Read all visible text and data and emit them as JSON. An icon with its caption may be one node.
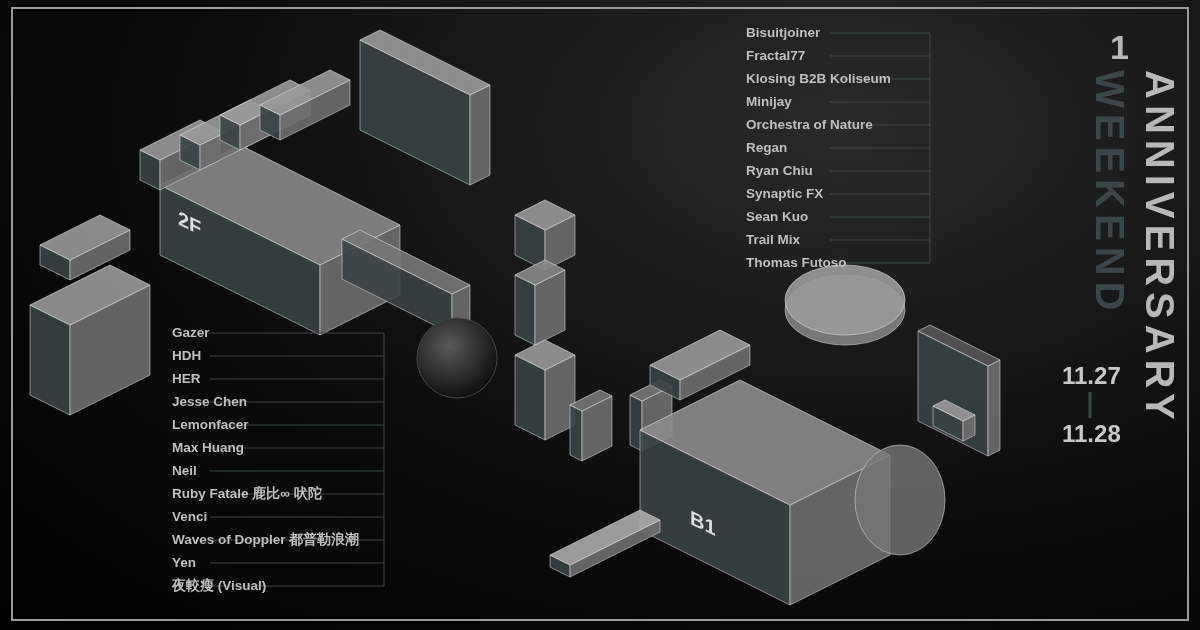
{
  "diagram": {
    "labels": [
      "Bisuitjoiner",
      "Fractal77",
      "Klosing B2B Koliseum",
      "Minijay",
      "Orchestra of Nature",
      "Regan",
      "Ryan Chiu",
      "Synaptic FX",
      "Sean Kuo",
      "Trail Mix",
      "Thomas Futoso",
      "1",
      "ANNIVERSARY",
      "WEEKEND",
      "2F",
      "Gazer",
      "HDH",
      "HER",
      "Jesse Chen",
      "Lemonfacer",
      "Max Huang",
      "Neil",
      "Ruby Fatale 鹿比∞  吠陀",
      "Venci",
      "Waves of Doppler  都普勒浪潮",
      "Yen",
      "夜較瘦 (Visual)",
      "11.27",
      "11.28",
      "B1"
    ]
  }
}
